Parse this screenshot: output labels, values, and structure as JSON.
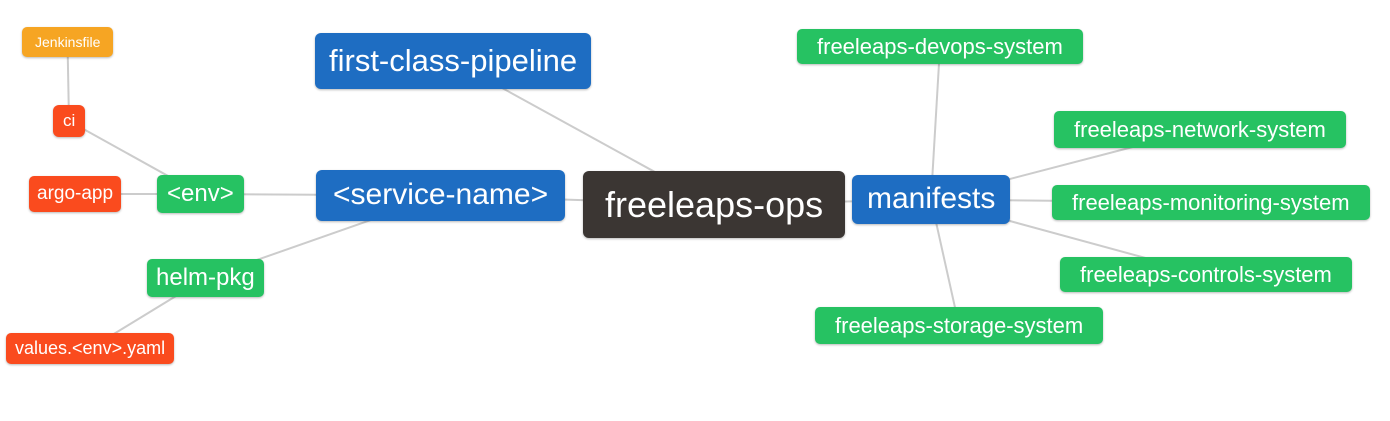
{
  "diagram": {
    "type": "mindmap",
    "root_label": "freeleaps-ops"
  },
  "palette": {
    "root_bg": "#3b3633",
    "branch_blue": "#1e6dc2",
    "sub_green": "#26c262",
    "leaf_red": "#fa4b1e",
    "leaf_orange": "#f6a523",
    "text": "#ffffff",
    "edge": "#cccccc",
    "background": "#ffffff"
  },
  "nodes": [
    {
      "id": "freeleaps-ops",
      "label": "freeleaps-ops",
      "role": "root",
      "color": "#3b3633"
    },
    {
      "id": "first-class-pipeline",
      "label": "first-class-pipeline",
      "role": "branch",
      "color": "#1e6dc2"
    },
    {
      "id": "service-name",
      "label": "<service-name>",
      "role": "branch",
      "color": "#1e6dc2"
    },
    {
      "id": "manifests",
      "label": "manifests",
      "role": "branch",
      "color": "#1e6dc2"
    },
    {
      "id": "env",
      "label": "<env>",
      "role": "sub",
      "color": "#26c262"
    },
    {
      "id": "helm-pkg",
      "label": "helm-pkg",
      "role": "sub",
      "color": "#26c262"
    },
    {
      "id": "jenkinsfile",
      "label": "Jenkinsfile",
      "role": "leaf",
      "color": "#f6a523"
    },
    {
      "id": "ci",
      "label": "ci",
      "role": "leaf",
      "color": "#fa4b1e"
    },
    {
      "id": "argo-app",
      "label": "argo-app",
      "role": "leaf",
      "color": "#fa4b1e"
    },
    {
      "id": "values-env-yaml",
      "label": "values.<env>.yaml",
      "role": "leaf",
      "color": "#fa4b1e"
    },
    {
      "id": "devops-system",
      "label": "freeleaps-devops-system",
      "role": "sub",
      "color": "#26c262"
    },
    {
      "id": "network-system",
      "label": "freeleaps-network-system",
      "role": "sub",
      "color": "#26c262"
    },
    {
      "id": "monitoring-system",
      "label": "freeleaps-monitoring-system",
      "role": "sub",
      "color": "#26c262"
    },
    {
      "id": "controls-system",
      "label": "freeleaps-controls-system",
      "role": "sub",
      "color": "#26c262"
    },
    {
      "id": "storage-system",
      "label": "freeleaps-storage-system",
      "role": "sub",
      "color": "#26c262"
    }
  ],
  "edges": [
    {
      "from": "jenkinsfile",
      "to": "ci"
    },
    {
      "from": "ci",
      "to": "env"
    },
    {
      "from": "argo-app",
      "to": "env"
    },
    {
      "from": "env",
      "to": "service-name"
    },
    {
      "from": "helm-pkg",
      "to": "service-name"
    },
    {
      "from": "values-env-yaml",
      "to": "helm-pkg"
    },
    {
      "from": "first-class-pipeline",
      "to": "freeleaps-ops"
    },
    {
      "from": "service-name",
      "to": "freeleaps-ops"
    },
    {
      "from": "freeleaps-ops",
      "to": "manifests"
    },
    {
      "from": "manifests",
      "to": "devops-system"
    },
    {
      "from": "manifests",
      "to": "network-system"
    },
    {
      "from": "manifests",
      "to": "monitoring-system"
    },
    {
      "from": "manifests",
      "to": "controls-system"
    },
    {
      "from": "manifests",
      "to": "storage-system"
    }
  ]
}
